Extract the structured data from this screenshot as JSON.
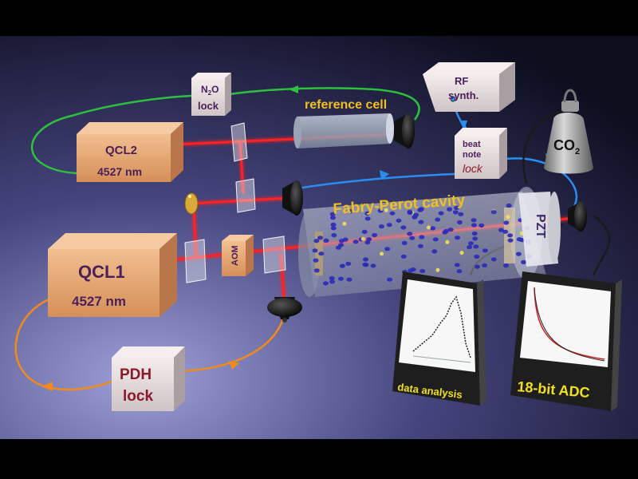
{
  "boxes": {
    "qcl2": {
      "name": "QCL2",
      "wavelength": "4527 nm"
    },
    "qcl1": {
      "name": "QCL1",
      "wavelength": "4527 nm"
    },
    "n2o_lock": {
      "line1_main": "N",
      "line1_sub": "2",
      "line1_rest": "O",
      "line2": "lock"
    },
    "rf_synth": {
      "line1": "RF",
      "line2": "synth."
    },
    "beat_note": {
      "line1": "beat",
      "line2": "note",
      "line3": "lock"
    },
    "pdh_lock": {
      "line1": "PDH",
      "line2": "lock"
    },
    "aom": {
      "label": "AOM"
    }
  },
  "labels": {
    "reference_cell": "reference cell",
    "fabry_perot": "Fabry-Perot cavity",
    "pzt": "PZT",
    "co2_main": "CO",
    "co2_sub": "2"
  },
  "monitors": {
    "data_analysis": {
      "caption": "data analysis"
    },
    "adc": {
      "caption": "18-bit ADC"
    }
  },
  "colors": {
    "laser": "#ff2020",
    "green_cable": "#2fbf3f",
    "blue_cable": "#2a8df0",
    "orange_cable": "#f08a1c",
    "box_orange": "#e8ab78",
    "label_gold": "#f0c020",
    "text_purple": "#4a1f5a",
    "text_red": "#8a1a2a"
  }
}
